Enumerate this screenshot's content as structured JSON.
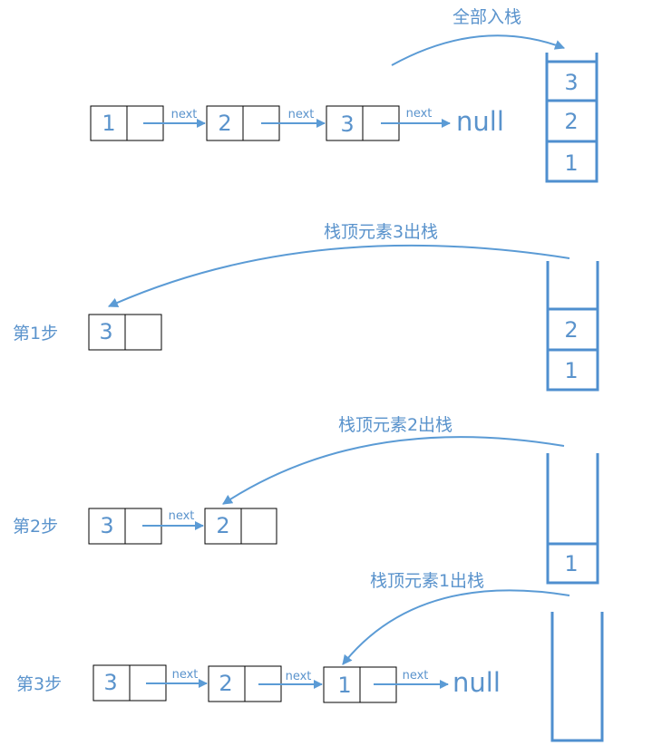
{
  "labels": {
    "push_all": "全部入栈",
    "pop_3": "栈顶元素3出栈",
    "pop_2": "栈顶元素2出栈",
    "pop_1": "栈顶元素1出栈",
    "step_1": "第1步",
    "step_2": "第2步",
    "step_3": "第3步",
    "next": "next",
    "null": "null"
  },
  "initial_list": [
    "1",
    "2",
    "3"
  ],
  "stack_full": [
    "3",
    "2",
    "1"
  ],
  "step1": {
    "stack": [
      "2",
      "1"
    ],
    "list": [
      "3"
    ]
  },
  "step2": {
    "stack": [
      "1"
    ],
    "list": [
      "3",
      "2"
    ]
  },
  "step3": {
    "stack": [],
    "list": [
      "3",
      "2",
      "1"
    ]
  },
  "colors": {
    "accent": "#5b9bd5",
    "text": "#5a93cc",
    "border": "#000000"
  }
}
